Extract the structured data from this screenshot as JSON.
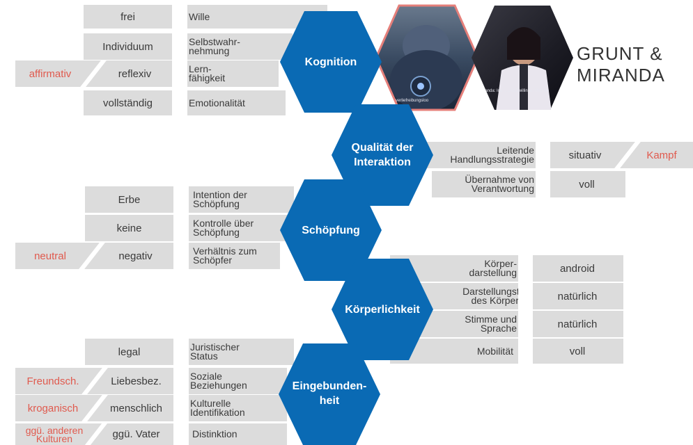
{
  "title": "GRUNT &\nMIRANDA",
  "colors": {
    "hex_fill": "#0a6ab4",
    "bar_gray": "#dcdcdc",
    "highlight_red": "#e05a4e",
    "photo_border": "#e57f7a"
  },
  "images": {
    "left": {
      "subject": "grunt-krogan-portrait",
      "caption": "verliefreibungsloo"
    },
    "right": {
      "subject": "miranda-portrait",
      "caption": "Miranda: Ich ... und Zwillinge: Und sie"
    }
  },
  "categories": {
    "kognition": {
      "label": "Kognition",
      "rows": [
        {
          "property": "Wille",
          "value": "frei"
        },
        {
          "property": "Selbstwahr-\nnehmung",
          "value": "Individuum"
        },
        {
          "property": "Lern-\nfähigkeit",
          "value": "reflexiv",
          "alt": "affirmativ"
        },
        {
          "property": "Emotionalität",
          "value": "vollständig"
        }
      ]
    },
    "interaktion": {
      "label": "Qualität der\nInteraktion",
      "rows": [
        {
          "property": "Leitende\nHandlungsstrategie",
          "value": "situativ",
          "alt": "Kampf"
        },
        {
          "property": "Übernahme von\nVerantwortung",
          "value": "voll"
        }
      ]
    },
    "schoepfung": {
      "label": "Schöpfung",
      "rows": [
        {
          "property": "Intention der\nSchöpfung",
          "value": "Erbe"
        },
        {
          "property": "Kontrolle über\nSchöpfung",
          "value": "keine"
        },
        {
          "property": "Verhältnis zum\nSchöpfer",
          "value": "negativ",
          "alt": "neutral"
        }
      ]
    },
    "koerperlichkeit": {
      "label": "Körperlichkeit",
      "rows": [
        {
          "property": "Körper-\ndarstellung",
          "value": "android"
        },
        {
          "property": "Darstellungstil\ndes Körpers",
          "value": "natürlich"
        },
        {
          "property": "Stimme und\nSprache",
          "value": "natürlich"
        },
        {
          "property": "Mobilität",
          "value": "voll"
        }
      ]
    },
    "eingebundenheit": {
      "label": "Eingebunden-\nheit",
      "rows": [
        {
          "property": "Juristischer\nStatus",
          "value": "legal"
        },
        {
          "property": "Soziale\nBeziehungen",
          "value": "Liebesbez.",
          "alt": "Freundsch."
        },
        {
          "property": "Kulturelle\nIdentifikation",
          "value": "menschlich",
          "alt": "kroganisch"
        },
        {
          "property": "Distinktion",
          "value": "ggü. Vater",
          "alt": "ggü. anderen\nKulturen"
        }
      ]
    }
  }
}
